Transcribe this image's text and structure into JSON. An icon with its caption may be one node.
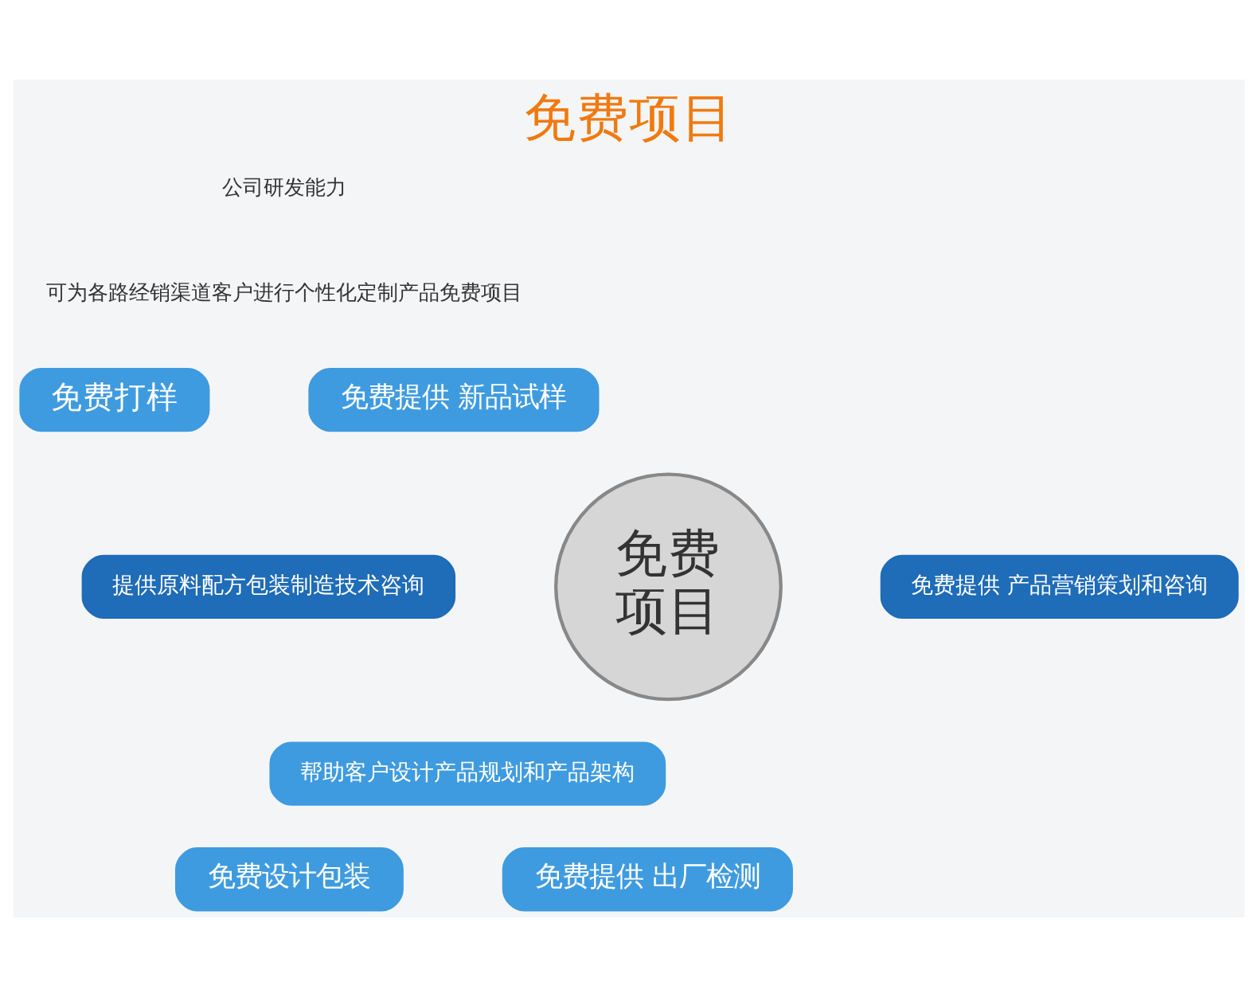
{
  "diagram": {
    "title": "免费项目",
    "nodes": [
      {
        "text": [
          "免费打样"
        ]
      },
      {
        "text": [
          "免费提供 新品试样"
        ]
      },
      {
        "text": [
          "提供原料配方包装制造技术咨询"
        ]
      },
      {
        "text": [
          "免费项目"
        ]
      },
      {
        "text": [
          "免费提供 产品营销策划和咨询"
        ]
      },
      {
        "text": [
          "帮助客户设计产品规划和产品架构"
        ]
      },
      {
        "text": [
          "免费设计包装"
        ]
      },
      {
        "text": [
          "免费提供 出厂检测"
        ]
      }
    ],
    "edges": [],
    "labels": [
      "公司研发能力",
      "可为各路经销渠道客户进行个性化定制产品免费项目"
    ]
  }
}
